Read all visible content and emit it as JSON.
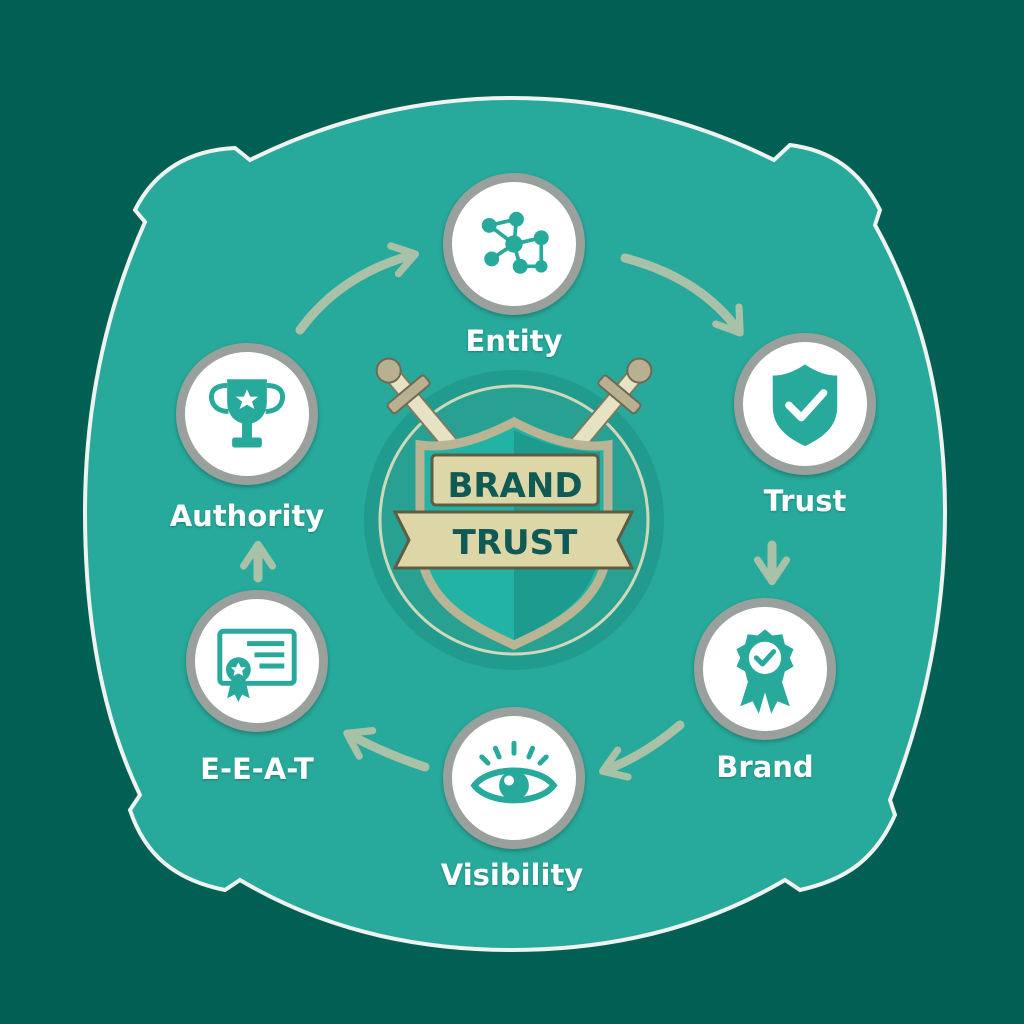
{
  "colors": {
    "background": "#015f54",
    "panel": "#27a99b",
    "panel_border": "#eef3ef",
    "icon": "#27a99b",
    "circle_border": "#9aa09c",
    "arrow": "#a9c2a7",
    "banner": "#ddd7a8",
    "banner_text": "#0f5a55"
  },
  "center": {
    "line1": "BRAND",
    "line2": "TRUST"
  },
  "nodes": [
    {
      "id": "entity",
      "label": "Entity",
      "icon": "network-icon"
    },
    {
      "id": "trust",
      "label": "Trust",
      "icon": "shield-check-icon"
    },
    {
      "id": "brand",
      "label": "Brand",
      "icon": "award-ribbon-icon"
    },
    {
      "id": "visibility",
      "label": "Visibility",
      "icon": "eye-icon"
    },
    {
      "id": "eeat",
      "label": "E-E-A-T",
      "icon": "certificate-icon"
    },
    {
      "id": "authority",
      "label": "Authority",
      "icon": "trophy-icon"
    }
  ]
}
